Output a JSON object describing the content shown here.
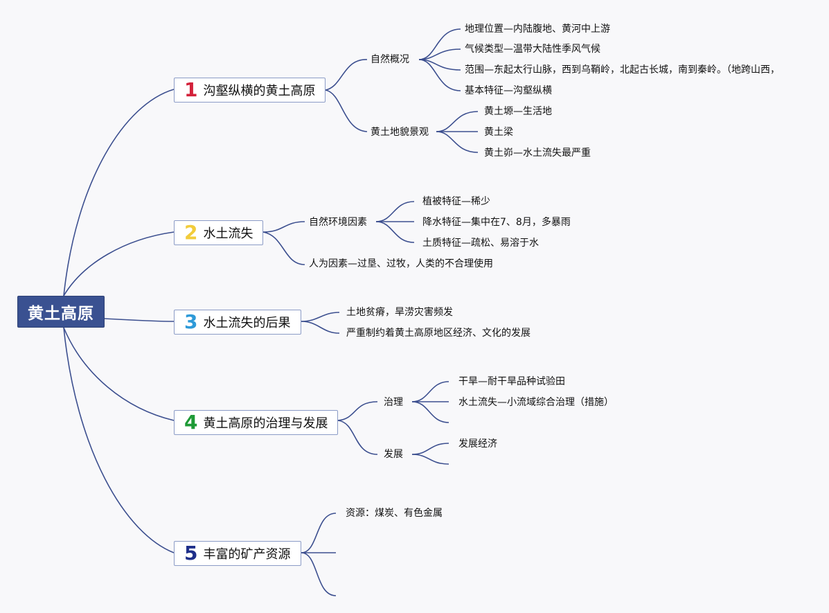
{
  "root": {
    "label": "黄土高原"
  },
  "colors": {
    "line": "#3c4f8f",
    "root_bg": "#3a5191",
    "n1": "#d3213a",
    "n2": "#f2cc3b",
    "n3": "#2e9ad8",
    "n4": "#1e9a36",
    "n5": "#1e2f8a"
  },
  "topics": [
    {
      "num": "1",
      "label": "沟壑纵横的黄土高原"
    },
    {
      "num": "2",
      "label": "水土流失"
    },
    {
      "num": "3",
      "label": "水土流失的后果"
    },
    {
      "num": "4",
      "label": "黄土高原的治理与发展"
    },
    {
      "num": "5",
      "label": "丰富的矿产资源"
    }
  ],
  "t1": {
    "a": {
      "label": "自然概况",
      "items": [
        "地理位置—内陆腹地、黄河中上游",
        "气候类型—温带大陆性季风气候",
        "范围—东起太行山脉，西到乌鞘岭，北起古长城，南到秦岭。（地跨山西，",
        "基本特征—沟壑纵横"
      ]
    },
    "b": {
      "label": "黄土地貌景观",
      "items": [
        "黄土塬—生活地",
        "黄土梁",
        "黄土峁—水土流失最严重"
      ]
    }
  },
  "t2": {
    "a": {
      "label": "自然环境因素",
      "items": [
        "植被特征—稀少",
        "降水特征—集中在7、8月，多暴雨",
        "土质特征—疏松、易溶于水"
      ]
    },
    "b": {
      "label": "人为因素—过垦、过牧，人类的不合理使用"
    }
  },
  "t3": {
    "items": [
      "土地贫瘠，旱涝灾害频发",
      "严重制约着黄土高原地区经济、文化的发展"
    ]
  },
  "t4": {
    "a": {
      "label": "治理",
      "items": [
        "干旱—耐干旱品种试验田",
        "水土流失—小流域综合治理（措施）"
      ]
    },
    "b": {
      "label": "发展",
      "items": [
        "发展经济"
      ]
    }
  },
  "t5": {
    "items": [
      "资源：煤炭、有色金属"
    ]
  }
}
